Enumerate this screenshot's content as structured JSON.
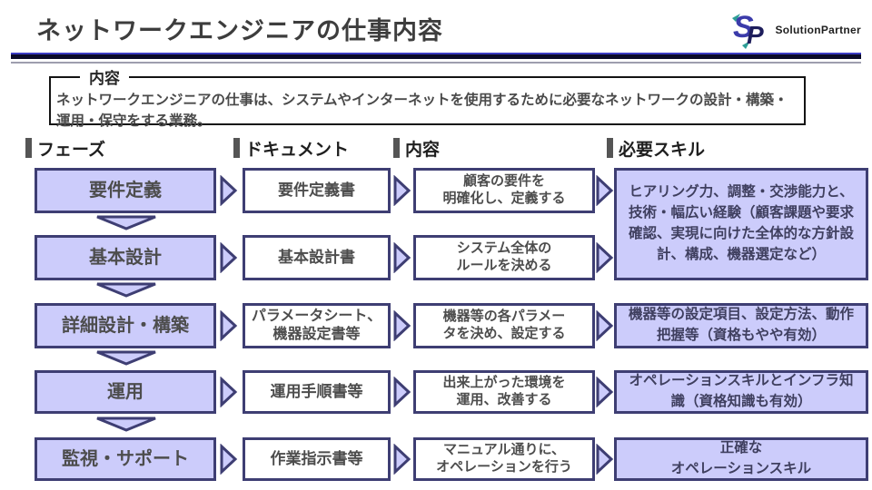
{
  "title": "ネットワークエンジニアの仕事内容",
  "logo": {
    "monogram": "SP",
    "brand": "SolutionPartner"
  },
  "summary": {
    "label": "内容",
    "text": "ネットワークエンジニアの仕事は、システムやインターネットを使用するために必要なネットワークの設計・構築・運用・保守をする業務。"
  },
  "columns": [
    {
      "label": "フェーズ"
    },
    {
      "label": "ドキュメント"
    },
    {
      "label": "内容"
    },
    {
      "label": "必要スキル"
    }
  ],
  "rows": [
    {
      "phase": "要件定義",
      "document": "要件定義書",
      "content": "顧客の要件を\n明確化し、定義する"
    },
    {
      "phase": "基本設計",
      "document": "基本設計書",
      "content": "システム全体の\nルールを決める"
    },
    {
      "phase": "詳細設計・構築",
      "document": "パラメータシート、\n機器設定書等",
      "content": "機器等の各パラメー\nタを決め、設定する"
    },
    {
      "phase": "運用",
      "document": "運用手順書等",
      "content": "出来上がった環境を\n運用、改善する"
    },
    {
      "phase": "監視・サポート",
      "document": "作業指示書等",
      "content": "マニュアル通りに、\nオペレーションを行う"
    }
  ],
  "skills": [
    {
      "text": "ヒアリング力、調整・交渉能力と、技術・幅広い経験（顧客課題や要求確認、実現に向けた全体的な方針設計、構成、機器選定など）",
      "span_rows": "1-2"
    },
    {
      "text": "機器等の設定項目、設定方法、動作把握等（資格もやや有効）",
      "span_rows": "3"
    },
    {
      "text": "オペレーションスキルとインフラ知識（資格知識も有効）",
      "span_rows": "4"
    },
    {
      "text": "正確な\nオペレーションスキル",
      "span_rows": "5"
    }
  ],
  "colors": {
    "box_fill": "#ccccfb",
    "box_border": "#3e3e73",
    "rule_navy": "#0a0a28",
    "rule_blue": "#3c3cc4",
    "header_marker": "#555555",
    "logo_navy": "#1e1e5c",
    "logo_purple": "#3b3baa",
    "logo_teal": "#2e9e96"
  }
}
